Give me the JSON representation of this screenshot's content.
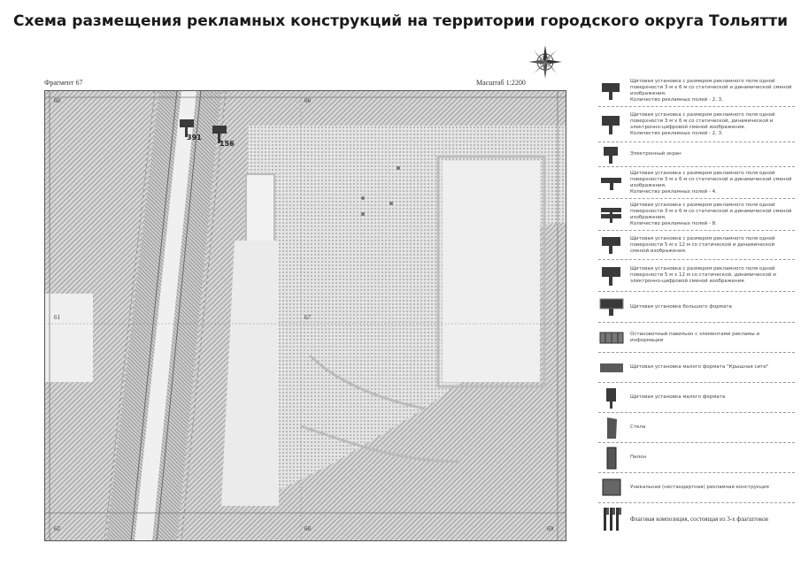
{
  "title": "Схема размещения рекламных конструкций на территории городского округа Тольятти",
  "map": {
    "fragment_label": "Фрагмент 67",
    "scale_label": "Масштаб 1:2200",
    "compass_icon": "compass-rose-icon",
    "grid_labels": {
      "top_left": "60",
      "top_mid": "66",
      "mid_left": "61",
      "mid_center": "67",
      "bottom_left": "62",
      "bottom_mid": "68",
      "bottom_right": "69"
    },
    "markers": [
      {
        "id": "391",
        "label": "391"
      },
      {
        "id": "156",
        "label": "156"
      }
    ],
    "colors": {
      "hatch": "#9a9a9a",
      "grid": "#777777",
      "marker": "#3a3a3a"
    }
  },
  "legend": [
    {
      "icon": "billboard-3x6-icon",
      "text": "Щитовая установка с размером рекламного поля одной поверхности 3 м х 6 м со статической и динамической сменой изображения.\nКоличество рекламных полей - 2, 3."
    },
    {
      "icon": "billboard-3x6-digital-icon",
      "text": "Щитовая установка с размером рекламного поля одной поверхности 3 м х 6 м со статической, динамической и электронно-цифровой сменой изображения.\nКоличество рекламных полей - 2, 3."
    },
    {
      "icon": "electronic-screen-icon",
      "text": "Электронный экран"
    },
    {
      "icon": "billboard-4-fields-icon",
      "text": "Щитовая установка с размером рекламного поля одной поверхности 3 м х 6 м со статической и динамической сменой изображения.\nКоличество рекламных полей - 4."
    },
    {
      "icon": "billboard-8-fields-icon",
      "text": "Щитовая установка с размером рекламного поля одной поверхности 3 м х 6 м со статической и динамической сменой изображения.\nКоличество рекламных полей - 8."
    },
    {
      "icon": "billboard-5x12-icon",
      "text": "Щитовая установка с размером рекламного поля одной поверхности 5 м х 12 м со статической и динамической сменой изображения."
    },
    {
      "icon": "billboard-5x12-digital-icon",
      "text": "Щитовая установка с размером рекламного поля одной поверхности 5 м х 12 м со статической, динамической и электронно-цифровой сменой изображения."
    },
    {
      "icon": "large-format-billboard-icon",
      "text": "Щитовая установка большого формата"
    },
    {
      "icon": "pavilion-icon",
      "text": "Остановочный павильон с элементами рекламы и информации"
    },
    {
      "icon": "small-format-citylight-icon",
      "text": "Щитовая установка малого формата \"Крышная сити\""
    },
    {
      "icon": "small-format-billboard-icon",
      "text": "Щитовая установка малого формата"
    },
    {
      "icon": "stela-icon",
      "text": "Стела"
    },
    {
      "icon": "pylon-icon",
      "text": "Пилон"
    },
    {
      "icon": "unique-construction-icon",
      "text": "Уникальная (нестандартная) рекламная конструкция"
    },
    {
      "icon": "flag-composition-icon",
      "text": "Флаговая композиция, состоящая из 3-х флагштоков"
    }
  ]
}
